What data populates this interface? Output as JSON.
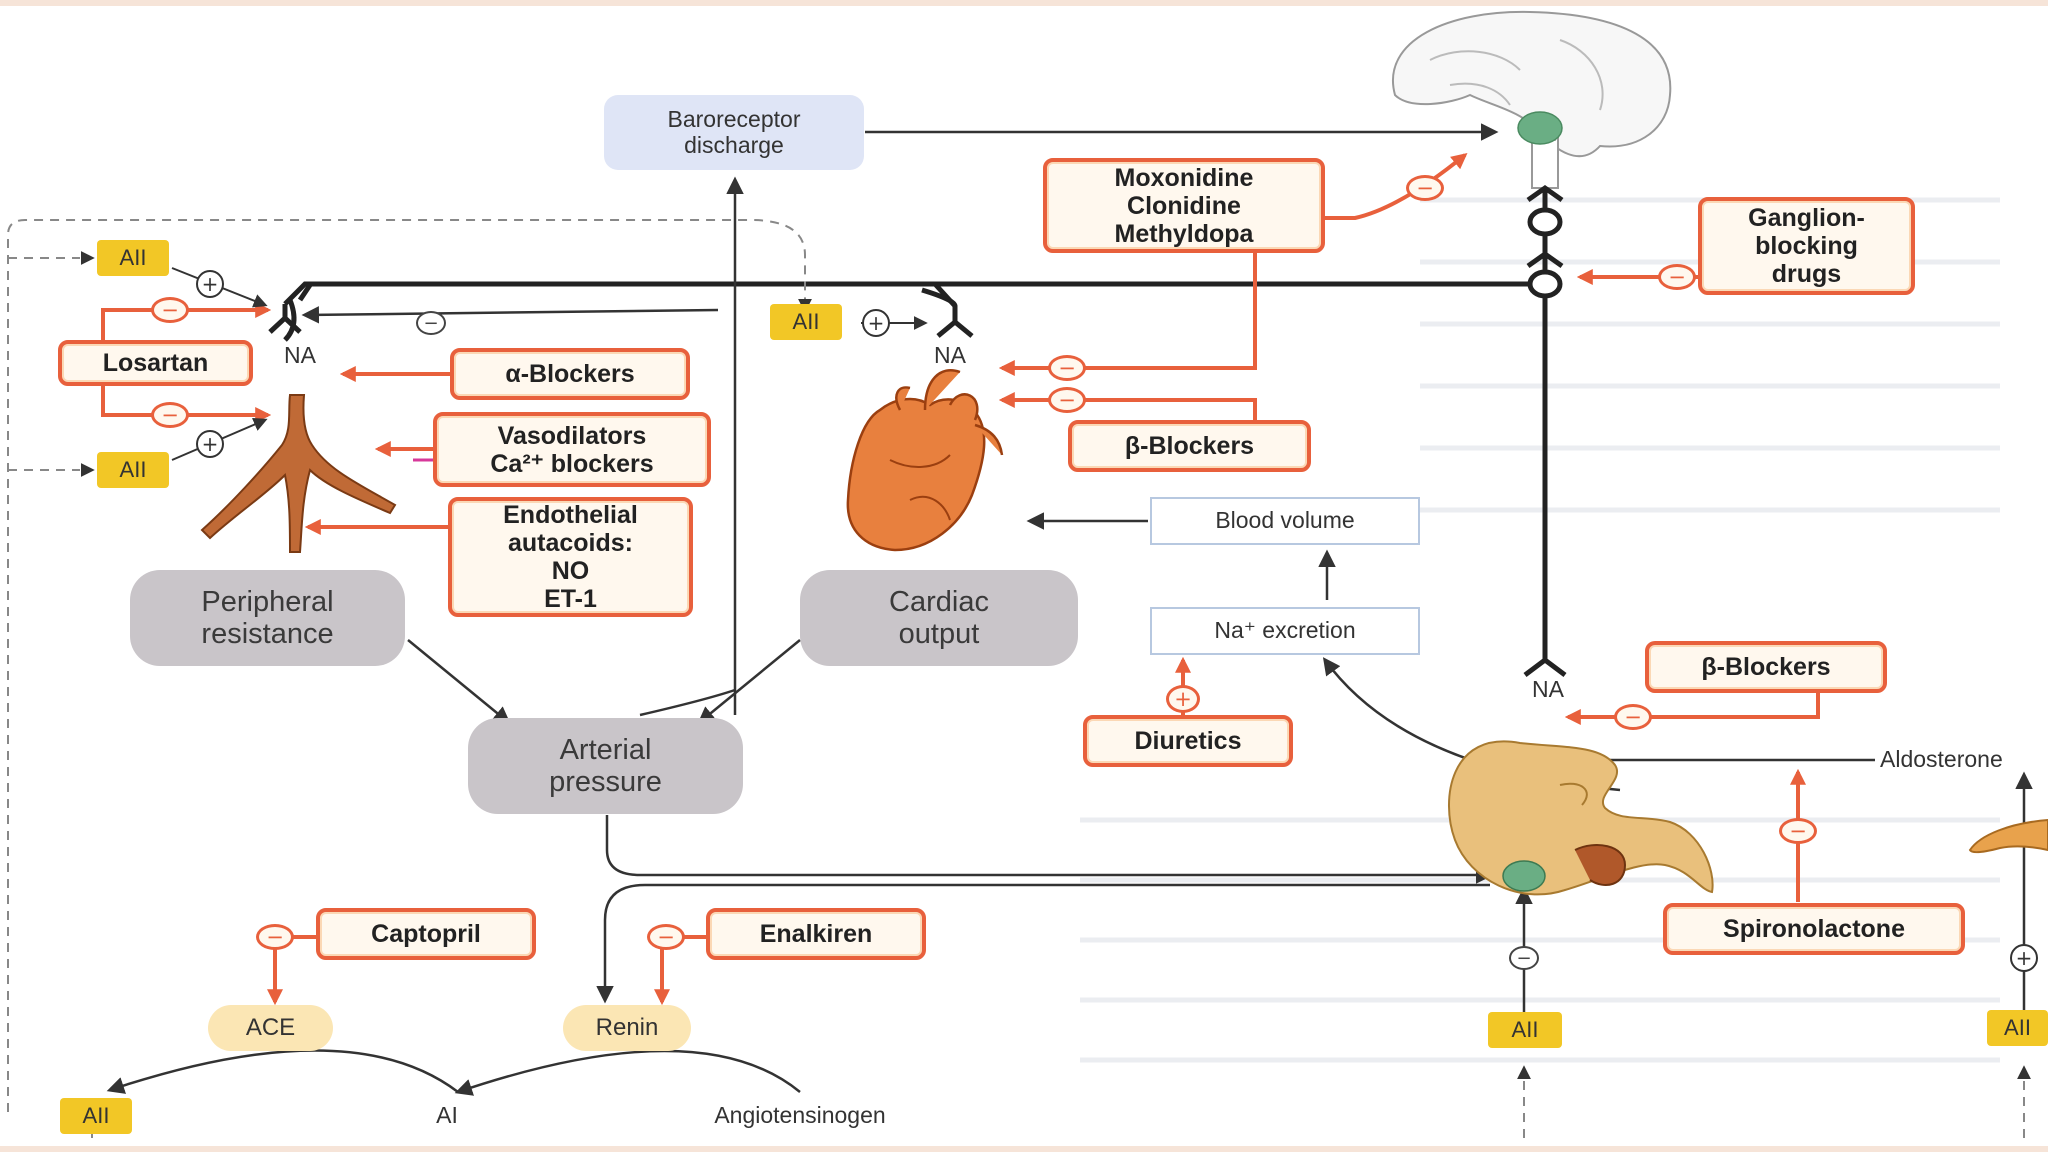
{
  "colors": {
    "drug_border": "#e8603c",
    "arrow": "#e8603c",
    "aii_fill": "#f2c726",
    "organ_heart": "#e8803e",
    "organ_kidney": "#e9c07c",
    "gland": "#6aae84",
    "neutral_box": "#c9c5c9"
  },
  "nodes": {
    "baroreceptor": "Baroreceptor\ndischarge",
    "peripheral_resistance": "Peripheral\nresistance",
    "cardiac_output": "Cardiac\noutput",
    "arterial_pressure": "Arterial\npressure",
    "blood_volume": "Blood volume",
    "na_excretion": "Na⁺ excretion",
    "ace": "ACE",
    "renin": "Renin",
    "ai": "AI",
    "angiotensinogen": "Angiotensinogen",
    "aldosterone": "Aldosterone",
    "na": "NA",
    "aii": "AII"
  },
  "drugs": {
    "moxonidine": "Moxonidine\nClonidine\nMethyldopa",
    "ganglion": "Ganglion-\nblocking\ndrugs",
    "losartan": "Losartan",
    "alpha_blockers": "α-Blockers",
    "vasodilators": "Vasodilators\nCa²⁺ blockers",
    "endothelial": "Endothelial\nautacoids:\nNO\nET-1",
    "beta_blockers": "β-Blockers",
    "diuretics": "Diuretics",
    "captopril": "Captopril",
    "enalkiren": "Enalkiren",
    "spironolactone": "Spironolactone"
  },
  "signs": {
    "minus": "−",
    "plus": "+"
  },
  "icons": [
    "brain-icon",
    "heart-icon",
    "kidney-icon",
    "blood-vessel-icon",
    "adrenal-gland-icon",
    "juxtaglomerular-cell-icon",
    "sympathetic-ganglion-icon",
    "nerve-terminal-icon"
  ]
}
